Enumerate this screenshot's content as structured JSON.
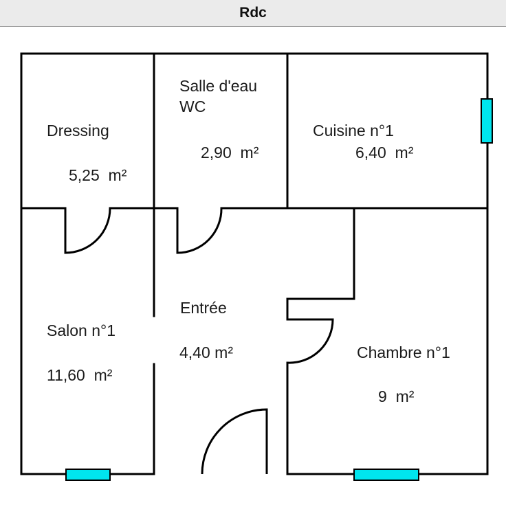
{
  "header": {
    "title": "Rdc"
  },
  "colors": {
    "wall": "#000000",
    "window": "#00e5ee"
  },
  "rooms": [
    {
      "name": "Dressing",
      "area": "5,25  m²"
    },
    {
      "name_line1": "Salle d'eau",
      "name_line2": "WC",
      "area": "2,90  m²"
    },
    {
      "name": "Cuisine n°1",
      "area": "6,40  m²"
    },
    {
      "name": "Entrée",
      "area": "4,40 m²"
    },
    {
      "name": "Salon n°1",
      "area": "11,60  m²"
    },
    {
      "name": "Chambre n°1",
      "area": "9  m²"
    }
  ]
}
